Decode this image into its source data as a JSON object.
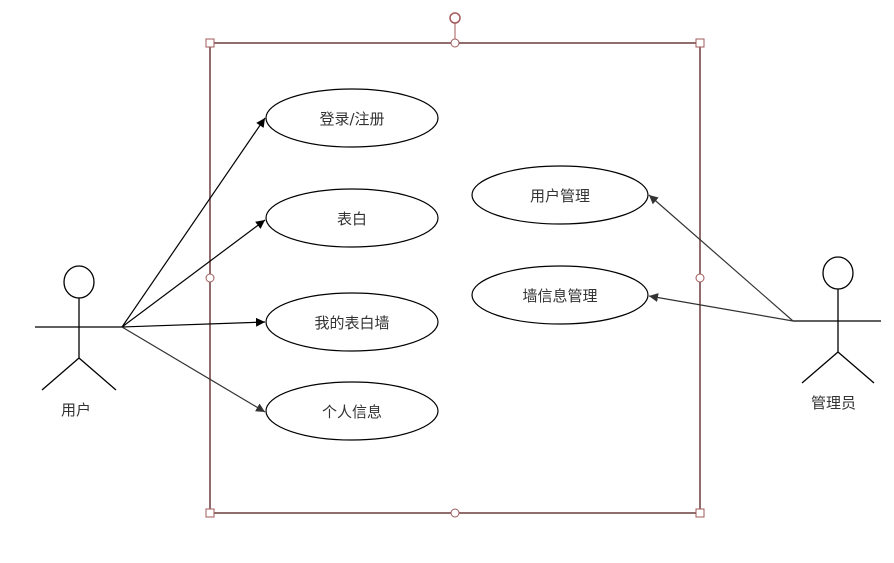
{
  "actors": {
    "user": {
      "label": "用户"
    },
    "admin": {
      "label": "管理员"
    }
  },
  "use_cases": {
    "login": "登录/注册",
    "confess": "表白",
    "my_wall": "我的表白墙",
    "profile": "个人信息",
    "user_mgmt": "用户管理",
    "wall_mgmt": "墙信息管理"
  },
  "colors": {
    "selection": "#a05a5a",
    "line": "#000000",
    "text": "#333333"
  }
}
